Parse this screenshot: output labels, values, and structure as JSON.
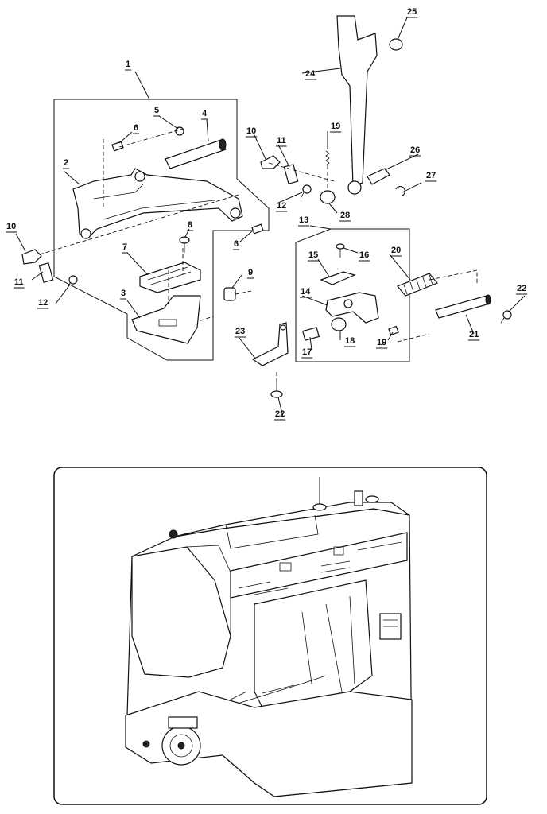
{
  "callouts": [
    "1",
    "2",
    "3",
    "4",
    "5",
    "6",
    "6",
    "7",
    "8",
    "9",
    "10",
    "10",
    "11",
    "11",
    "12",
    "12",
    "13",
    "14",
    "15",
    "16",
    "17",
    "18",
    "19",
    "19",
    "20",
    "21",
    "22",
    "22",
    "23",
    "24",
    "25",
    "26",
    "27",
    "28"
  ],
  "colors": {
    "ink": "#111111",
    "paper": "#ffffff"
  }
}
